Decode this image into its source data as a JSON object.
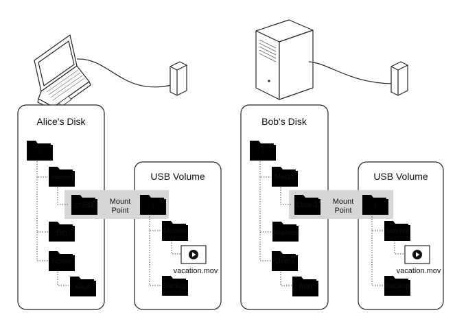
{
  "left": {
    "disk_title": "Alice's Disk",
    "root": "/",
    "volumes": "Volumes",
    "usb_mount": "USB1",
    "bin": "Bin",
    "home": "Home",
    "user": "Alice",
    "mount_label": [
      "Mount",
      "Point"
    ],
    "usb_title": "USB Volume",
    "usb_root": "/",
    "movies": "Movies",
    "file": "vacation.mov",
    "backup": "Backup"
  },
  "right": {
    "disk_title": "Bob's Disk",
    "root": "/",
    "media": "Media",
    "usb_mount": "Disk-1",
    "programs": "Programs",
    "users": "Users",
    "user": "Bob",
    "mount_label": [
      "Mount",
      "Point"
    ],
    "usb_title": "USB Volume",
    "usb_root": "/",
    "movies": "Movies",
    "file": "vacation.mov",
    "backup": "Backup"
  },
  "icons": [
    "laptop-icon",
    "tower-server-icon",
    "usb-drive-icon",
    "folder-icon",
    "play-file-icon"
  ]
}
